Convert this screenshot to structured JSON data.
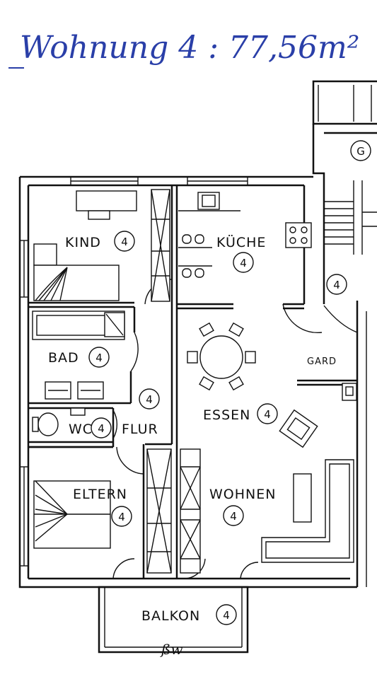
{
  "header": {
    "handwritten_title": "Wohnung 4 : 77,56m²"
  },
  "rooms": {
    "kind": "KIND",
    "kueche": "KÜCHE",
    "bad": "BAD",
    "wc": "WC",
    "flur": "FLUR",
    "essen": "ESSEN",
    "garderobe": "GARD",
    "eltern": "ELTERN",
    "wohnen": "WOHNEN",
    "balkon": "BALKON"
  },
  "markers": {
    "unit_number": "4",
    "stair_marker": "G"
  },
  "signature": "ßw"
}
